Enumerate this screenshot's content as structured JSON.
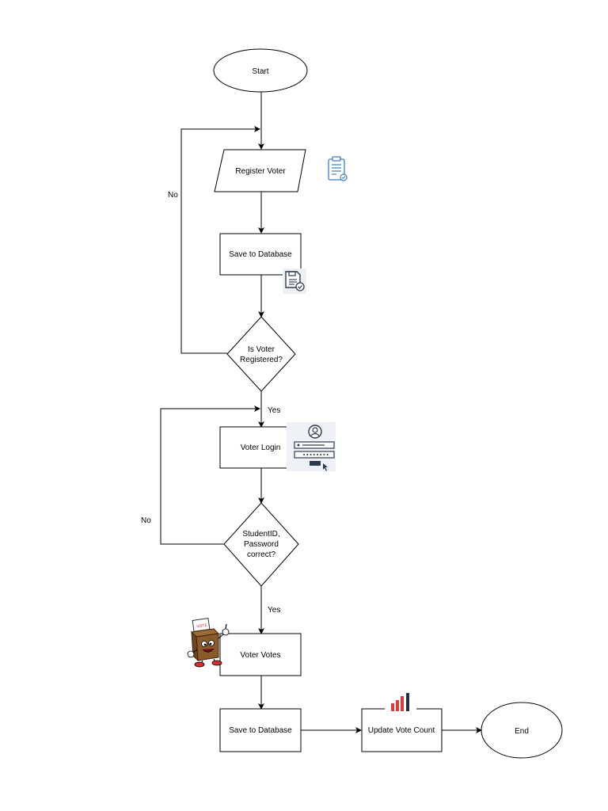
{
  "diagram": {
    "nodes": {
      "start": "Start",
      "register_voter": "Register Voter",
      "save_db_1": "Save to Database",
      "is_registered": [
        "Is Voter",
        "Registered?"
      ],
      "voter_login": "Voter Login",
      "credentials_check": [
        "StudentID,",
        "Password",
        "correct?"
      ],
      "voter_votes": "Voter Votes",
      "save_db_2": "Save to Database",
      "update_vote_count": "Update Vote Count",
      "end": "End"
    },
    "edge_labels": {
      "registered_no": "No",
      "registered_yes": "Yes",
      "credentials_no": "No",
      "credentials_yes": "Yes"
    },
    "icons": [
      "clipboard-icon",
      "floppy-disk-icon",
      "login-form-icon",
      "ballot-box-mascot-icon",
      "bar-chart-icon"
    ],
    "colors": {
      "icon_blue": "#3b7fc4",
      "icon_navy": "#2e3a4f",
      "bar_red": "#e03a3a",
      "bar_navy": "#1f2f4f",
      "ballot_brown": "#8b5a2b"
    }
  }
}
